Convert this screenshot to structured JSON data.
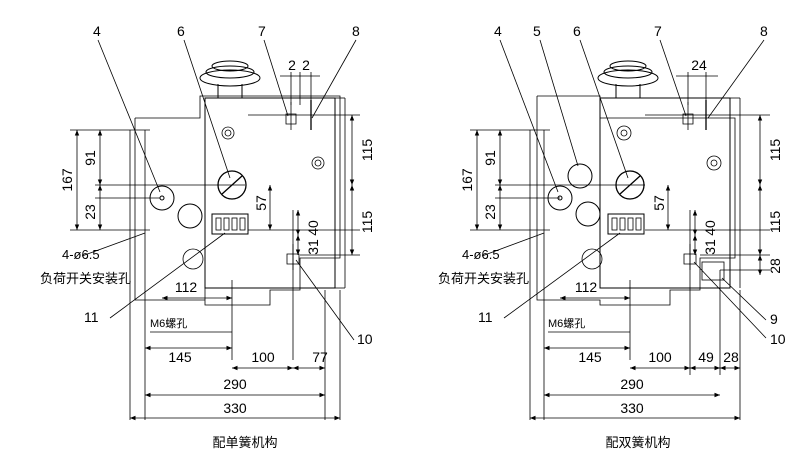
{
  "left": {
    "caption": "配单簧机构",
    "callouts": [
      "4",
      "6",
      "7",
      "8",
      "11",
      "10"
    ],
    "top_dims": [
      "2",
      "2"
    ],
    "right_dims": [
      "115",
      "115"
    ],
    "left_dims": [
      "167",
      "91",
      "23"
    ],
    "inner_dims": [
      "57",
      "40",
      "31"
    ],
    "hole_label": "4-ø6.5",
    "hole_caption": "负荷开关安装孔",
    "dim_112": "112",
    "screw_label": "M6螺孔",
    "bottom_dims": [
      "145",
      "100",
      "77"
    ],
    "total_290": "290",
    "total_330": "330"
  },
  "right": {
    "caption": "配双簧机构",
    "callouts": [
      "4",
      "5",
      "6",
      "7",
      "8",
      "11",
      "9",
      "10"
    ],
    "top_dim": "24",
    "right_dims": [
      "115",
      "115",
      "28"
    ],
    "left_dims": [
      "167",
      "91",
      "23"
    ],
    "inner_dims": [
      "57",
      "40",
      "31"
    ],
    "hole_label": "4-ø6.5",
    "hole_caption": "负荷开关安装孔",
    "dim_112": "112",
    "screw_label": "M6螺孔",
    "bottom_dims": [
      "145",
      "100",
      "49",
      "28"
    ],
    "total_290": "290",
    "total_330": "330"
  }
}
